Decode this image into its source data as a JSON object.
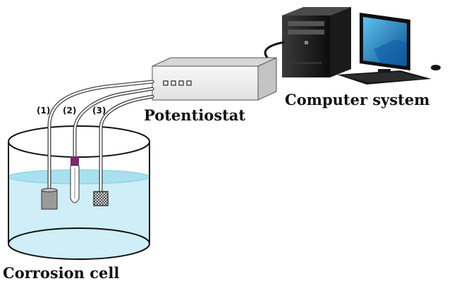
{
  "labels": {
    "computer": "Computer system",
    "potentiostat": "Potentiostat",
    "cell": "Corrosion cell",
    "electrode_1": "(1)",
    "electrode_2": "(2)",
    "electrode_3": "(3)"
  },
  "colors": {
    "electrolyte": "#cfeef7",
    "electrolyte_surface": "#a8e0ef",
    "potentiostat_body": "#f2f2f2",
    "monitor_screen": "#1e7fc1",
    "computer_case": "#111111",
    "electrode_cap": "#7b2a6b"
  },
  "icons": {
    "computer": "desktop-computer-icon",
    "potentiostat": "potentiostat-box-icon",
    "cell": "beaker-cell-icon"
  }
}
